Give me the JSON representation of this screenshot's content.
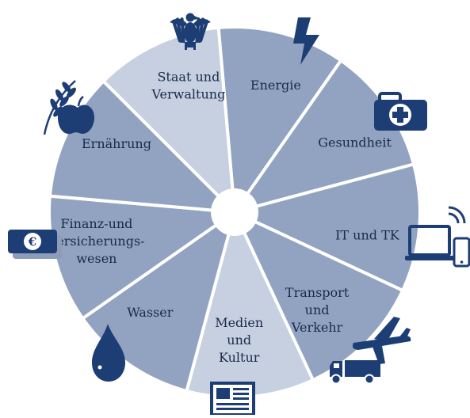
{
  "colors": {
    "sector": "#92a3c2",
    "sector_highlight": "#c6d0e1",
    "hub": "#ffffff",
    "text": "#1a2a4a",
    "icon": "#1d3e74"
  },
  "sectors": [
    {
      "id": "energie",
      "lines": [
        "Energie"
      ],
      "highlight": false,
      "icon": "lightning-bolt-icon"
    },
    {
      "id": "gesundheit",
      "lines": [
        "Gesundheit"
      ],
      "highlight": false,
      "icon": "first-aid-kit-icon"
    },
    {
      "id": "it",
      "lines": [
        "IT und TK"
      ],
      "highlight": false,
      "icon": "laptop-phone-icon"
    },
    {
      "id": "transport",
      "lines": [
        "Transport",
        "und",
        "Verkehr"
      ],
      "highlight": false,
      "icon": "plane-truck-icon"
    },
    {
      "id": "medien",
      "lines": [
        "Medien",
        "und",
        "Kultur"
      ],
      "highlight": true,
      "icon": "newspaper-icon"
    },
    {
      "id": "wasser",
      "lines": [
        "Wasser"
      ],
      "highlight": false,
      "icon": "water-drop-icon"
    },
    {
      "id": "finanz",
      "lines": [
        "Finanz-und",
        "Versicherungs-",
        "wesen"
      ],
      "highlight": false,
      "icon": "euro-banknote-icon"
    },
    {
      "id": "ernaehrung",
      "lines": [
        "Ernährung"
      ],
      "highlight": false,
      "icon": "wheat-apple-icon"
    },
    {
      "id": "staat",
      "lines": [
        "Staat und",
        "Verwaltung"
      ],
      "highlight": true,
      "icon": "federal-eagle-icon"
    }
  ]
}
